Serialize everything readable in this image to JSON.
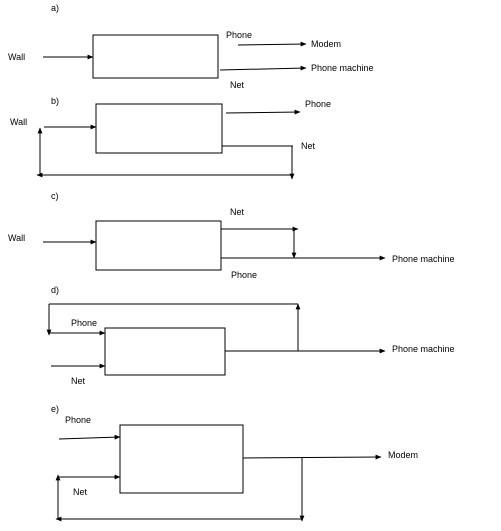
{
  "panels": {
    "a": {
      "label": "a)",
      "wall": "Wall",
      "phone": "Phone",
      "net": "Net",
      "out_top": "Modem",
      "out_bottom": "Phone machine"
    },
    "b": {
      "label": "b)",
      "wall": "Wall",
      "phone": "Phone",
      "net": "Net"
    },
    "c": {
      "label": "c)",
      "wall": "Wall",
      "net": "Net",
      "phone": "Phone",
      "out": "Phone machine"
    },
    "d": {
      "label": "d)",
      "phone": "Phone",
      "net": "Net",
      "out": "Phone machine"
    },
    "e": {
      "label": "e)",
      "phone": "Phone",
      "net": "Net",
      "out": "Modem"
    }
  }
}
